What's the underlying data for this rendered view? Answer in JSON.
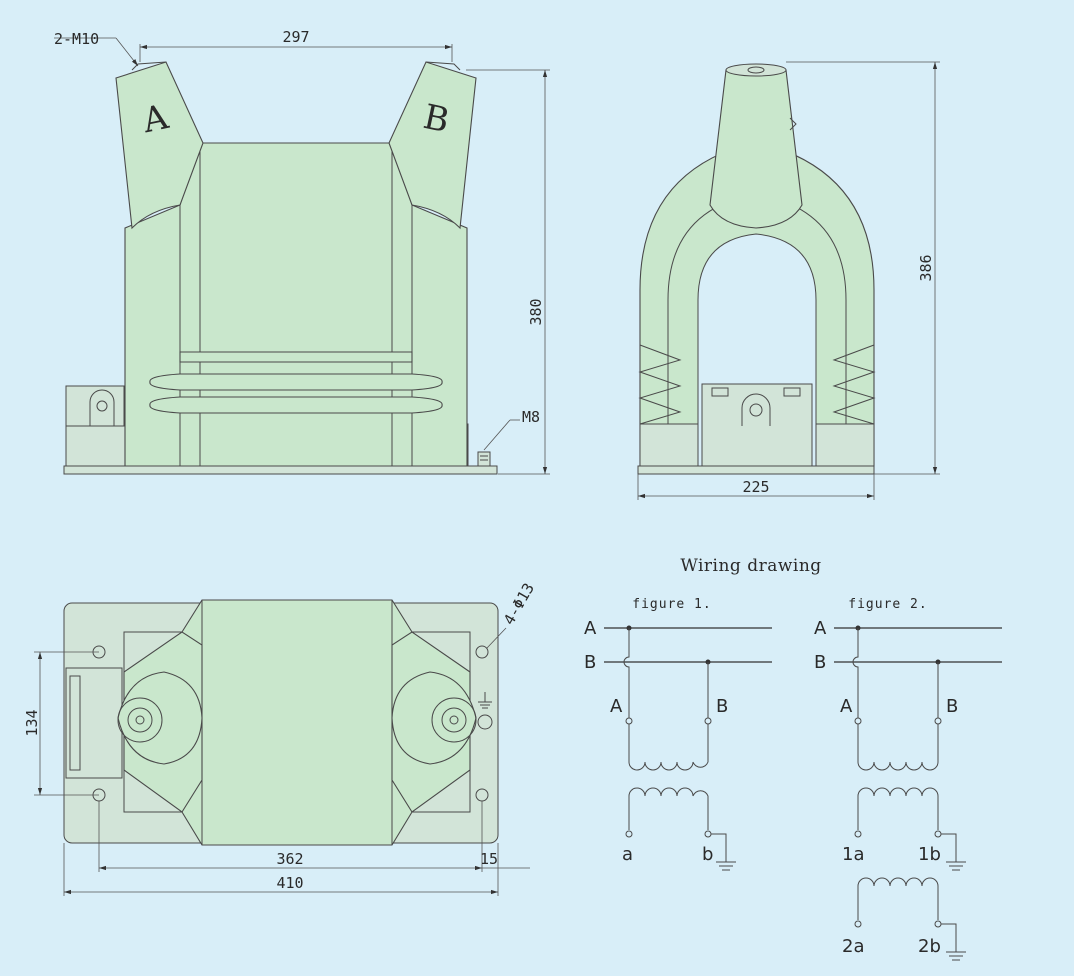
{
  "labels": {
    "bushing_a": "A",
    "bushing_b": "B",
    "thread_top": "2-M10",
    "thread_ground": "M8",
    "holes": "4-Φ13"
  },
  "dimensions": {
    "front_width": "297",
    "front_height": "380",
    "side_height": "386",
    "side_width": "225",
    "hole_spacing_y": "134",
    "hole_spacing_x": "362",
    "edge_offset": "15",
    "base_length": "410"
  },
  "wiring": {
    "title": "Wiring drawing",
    "figure1": {
      "caption": "figure 1.",
      "bus": [
        "A",
        "B"
      ],
      "primary": [
        "A",
        "B"
      ],
      "secondary": [
        "a",
        "b"
      ]
    },
    "figure2": {
      "caption": "figure 2.",
      "bus": [
        "A",
        "B"
      ],
      "primary": [
        "A",
        "B"
      ],
      "secondary1": [
        "1a",
        "1b"
      ],
      "secondary2": [
        "2a",
        "2b"
      ]
    }
  },
  "colors": {
    "background": "#d8eef8",
    "body_fill": "#c9e7cc",
    "outline": "#4a4a4a"
  }
}
